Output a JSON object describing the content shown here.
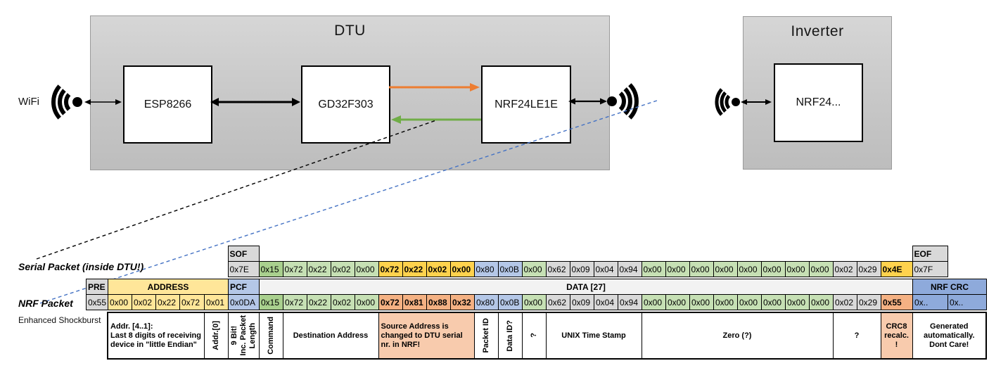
{
  "colors": {
    "green1": "#A9D08E",
    "green2": "#C6E0B4",
    "gold": "#FFD24D",
    "blue": "#B4C7E7",
    "blueDark": "#8EAADB",
    "gray": "#D9D9D9",
    "grayLight": "#F2F2F2",
    "yellow": "#FFE699",
    "salmon": "#F4B183",
    "salmonLight": "#F8CBAD",
    "orangeArrow": "#ED7D31",
    "greenArrow": "#70AD47",
    "blueDash": "#4472C4",
    "blackLine": "#000000"
  },
  "diagram": {
    "wifi_label": "WiFi",
    "dtu": {
      "title": "DTU",
      "components": [
        "ESP8266",
        "GD32F303",
        "NRF24LE1E"
      ]
    },
    "inverter": {
      "title": "Inverter",
      "component": "NRF24..."
    }
  },
  "serial_packet": {
    "label": "Serial Packet (inside DTU!)",
    "sof_header": "SOF",
    "sof_value": "0x7E",
    "eof_header": "EOF",
    "eof_value": "0x7F",
    "bytes": [
      {
        "v": "0x15",
        "c": "green1"
      },
      {
        "v": "0x72",
        "c": "green2"
      },
      {
        "v": "0x22",
        "c": "green2"
      },
      {
        "v": "0x02",
        "c": "green2"
      },
      {
        "v": "0x00",
        "c": "green2"
      },
      {
        "v": "0x72",
        "c": "gold",
        "b": true
      },
      {
        "v": "0x22",
        "c": "gold",
        "b": true
      },
      {
        "v": "0x02",
        "c": "gold",
        "b": true
      },
      {
        "v": "0x00",
        "c": "gold",
        "b": true
      },
      {
        "v": "0x80",
        "c": "blue"
      },
      {
        "v": "0x0B",
        "c": "blue"
      },
      {
        "v": "0x00",
        "c": "green2"
      },
      {
        "v": "0x62",
        "c": "gray"
      },
      {
        "v": "0x09",
        "c": "gray"
      },
      {
        "v": "0x04",
        "c": "gray"
      },
      {
        "v": "0x94",
        "c": "gray"
      },
      {
        "v": "0x00",
        "c": "green2"
      },
      {
        "v": "0x00",
        "c": "green2"
      },
      {
        "v": "0x00",
        "c": "green2"
      },
      {
        "v": "0x00",
        "c": "green2"
      },
      {
        "v": "0x00",
        "c": "green2"
      },
      {
        "v": "0x00",
        "c": "green2"
      },
      {
        "v": "0x00",
        "c": "green2"
      },
      {
        "v": "0x00",
        "c": "green2"
      },
      {
        "v": "0x02",
        "c": "gray"
      },
      {
        "v": "0x29",
        "c": "gray"
      },
      {
        "v": "0x4E",
        "c": "gold",
        "b": true
      }
    ]
  },
  "nrf_packet": {
    "label": "NRF Packet",
    "sublabel": "Enhanced Shockburst",
    "pre_header": "PRE",
    "pre_value": "0x55",
    "address_header": "ADDRESS",
    "address_values": [
      "0x00",
      "0x02",
      "0x22",
      "0x72",
      "0x01"
    ],
    "pcf_header": "PCF",
    "pcf_value": "0x0DA",
    "data_header": "DATA [27]",
    "bytes": [
      {
        "v": "0x15",
        "c": "green1"
      },
      {
        "v": "0x72",
        "c": "green2"
      },
      {
        "v": "0x22",
        "c": "green2"
      },
      {
        "v": "0x02",
        "c": "green2"
      },
      {
        "v": "0x00",
        "c": "green2"
      },
      {
        "v": "0x72",
        "c": "salmon",
        "b": true
      },
      {
        "v": "0x81",
        "c": "salmon",
        "b": true
      },
      {
        "v": "0x88",
        "c": "salmon",
        "b": true
      },
      {
        "v": "0x32",
        "c": "salmon",
        "b": true
      },
      {
        "v": "0x80",
        "c": "blue"
      },
      {
        "v": "0x0B",
        "c": "blue"
      },
      {
        "v": "0x00",
        "c": "green2"
      },
      {
        "v": "0x62",
        "c": "gray"
      },
      {
        "v": "0x09",
        "c": "gray"
      },
      {
        "v": "0x04",
        "c": "gray"
      },
      {
        "v": "0x94",
        "c": "gray"
      },
      {
        "v": "0x00",
        "c": "green2"
      },
      {
        "v": "0x00",
        "c": "green2"
      },
      {
        "v": "0x00",
        "c": "green2"
      },
      {
        "v": "0x00",
        "c": "green2"
      },
      {
        "v": "0x00",
        "c": "green2"
      },
      {
        "v": "0x00",
        "c": "green2"
      },
      {
        "v": "0x00",
        "c": "green2"
      },
      {
        "v": "0x00",
        "c": "green2"
      },
      {
        "v": "0x02",
        "c": "gray"
      },
      {
        "v": "0x29",
        "c": "gray"
      },
      {
        "v": "0x55",
        "c": "salmon",
        "b": true
      }
    ],
    "crc_header": "NRF CRC",
    "crc_values": [
      "0x..",
      "0x.."
    ]
  },
  "annotations": [
    {
      "text": "Addr. [4..1]:\nLast 8 digits of receiving\ndevice in \"little Endian\"",
      "span": 4,
      "align": "left"
    },
    {
      "text": "Addr.[0]",
      "span": 1,
      "vertical": true
    },
    {
      "text": "9 Bit!\nInc. Packet\nLength",
      "span": 1,
      "vertical": true
    },
    {
      "text": "Command",
      "span": 1,
      "vertical": true
    },
    {
      "text": "Destination Address",
      "span": 4
    },
    {
      "text": "Source Address is\nchanged to DTU serial\nnr. in NRF!",
      "span": 4,
      "align": "left",
      "bg": "salmonLight"
    },
    {
      "text": "Packet ID",
      "span": 1,
      "vertical": true
    },
    {
      "text": "Data ID?",
      "span": 1,
      "vertical": true
    },
    {
      "text": "?",
      "span": 1,
      "vertical": true
    },
    {
      "text": "UNIX Time Stamp",
      "span": 4
    },
    {
      "text": "Zero (?)",
      "span": 8
    },
    {
      "text": "?",
      "span": 2
    },
    {
      "text": "CRC8\nrecalc.\n!",
      "span": 1,
      "bg": "salmonLight"
    },
    {
      "text": "Generated\nautomatically.\nDont Care!",
      "span": 2
    }
  ]
}
